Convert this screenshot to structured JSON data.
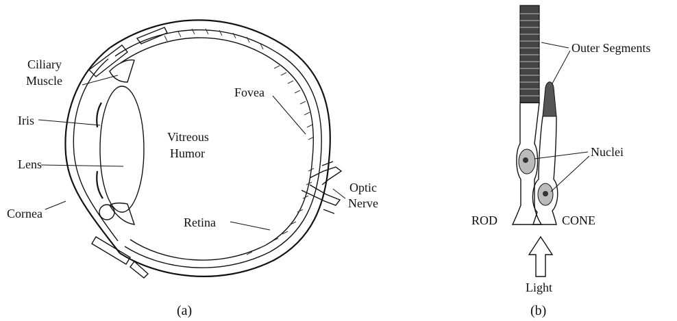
{
  "panel_a": {
    "caption": "(a)",
    "labels": {
      "ciliary_line1": "Ciliary",
      "ciliary_line2": "Muscle",
      "iris": "Iris",
      "lens": "Lens",
      "cornea": "Cornea",
      "vitreous_line1": "Vitreous",
      "vitreous_line2": "Humor",
      "fovea": "Fovea",
      "retina": "Retina",
      "optic_line1": "Optic",
      "optic_line2": "Nerve"
    }
  },
  "panel_b": {
    "caption": "(b)",
    "labels": {
      "outer_segments": "Outer Segments",
      "nuclei": "Nuclei",
      "rod": "ROD",
      "cone": "CONE",
      "light": "Light"
    }
  }
}
